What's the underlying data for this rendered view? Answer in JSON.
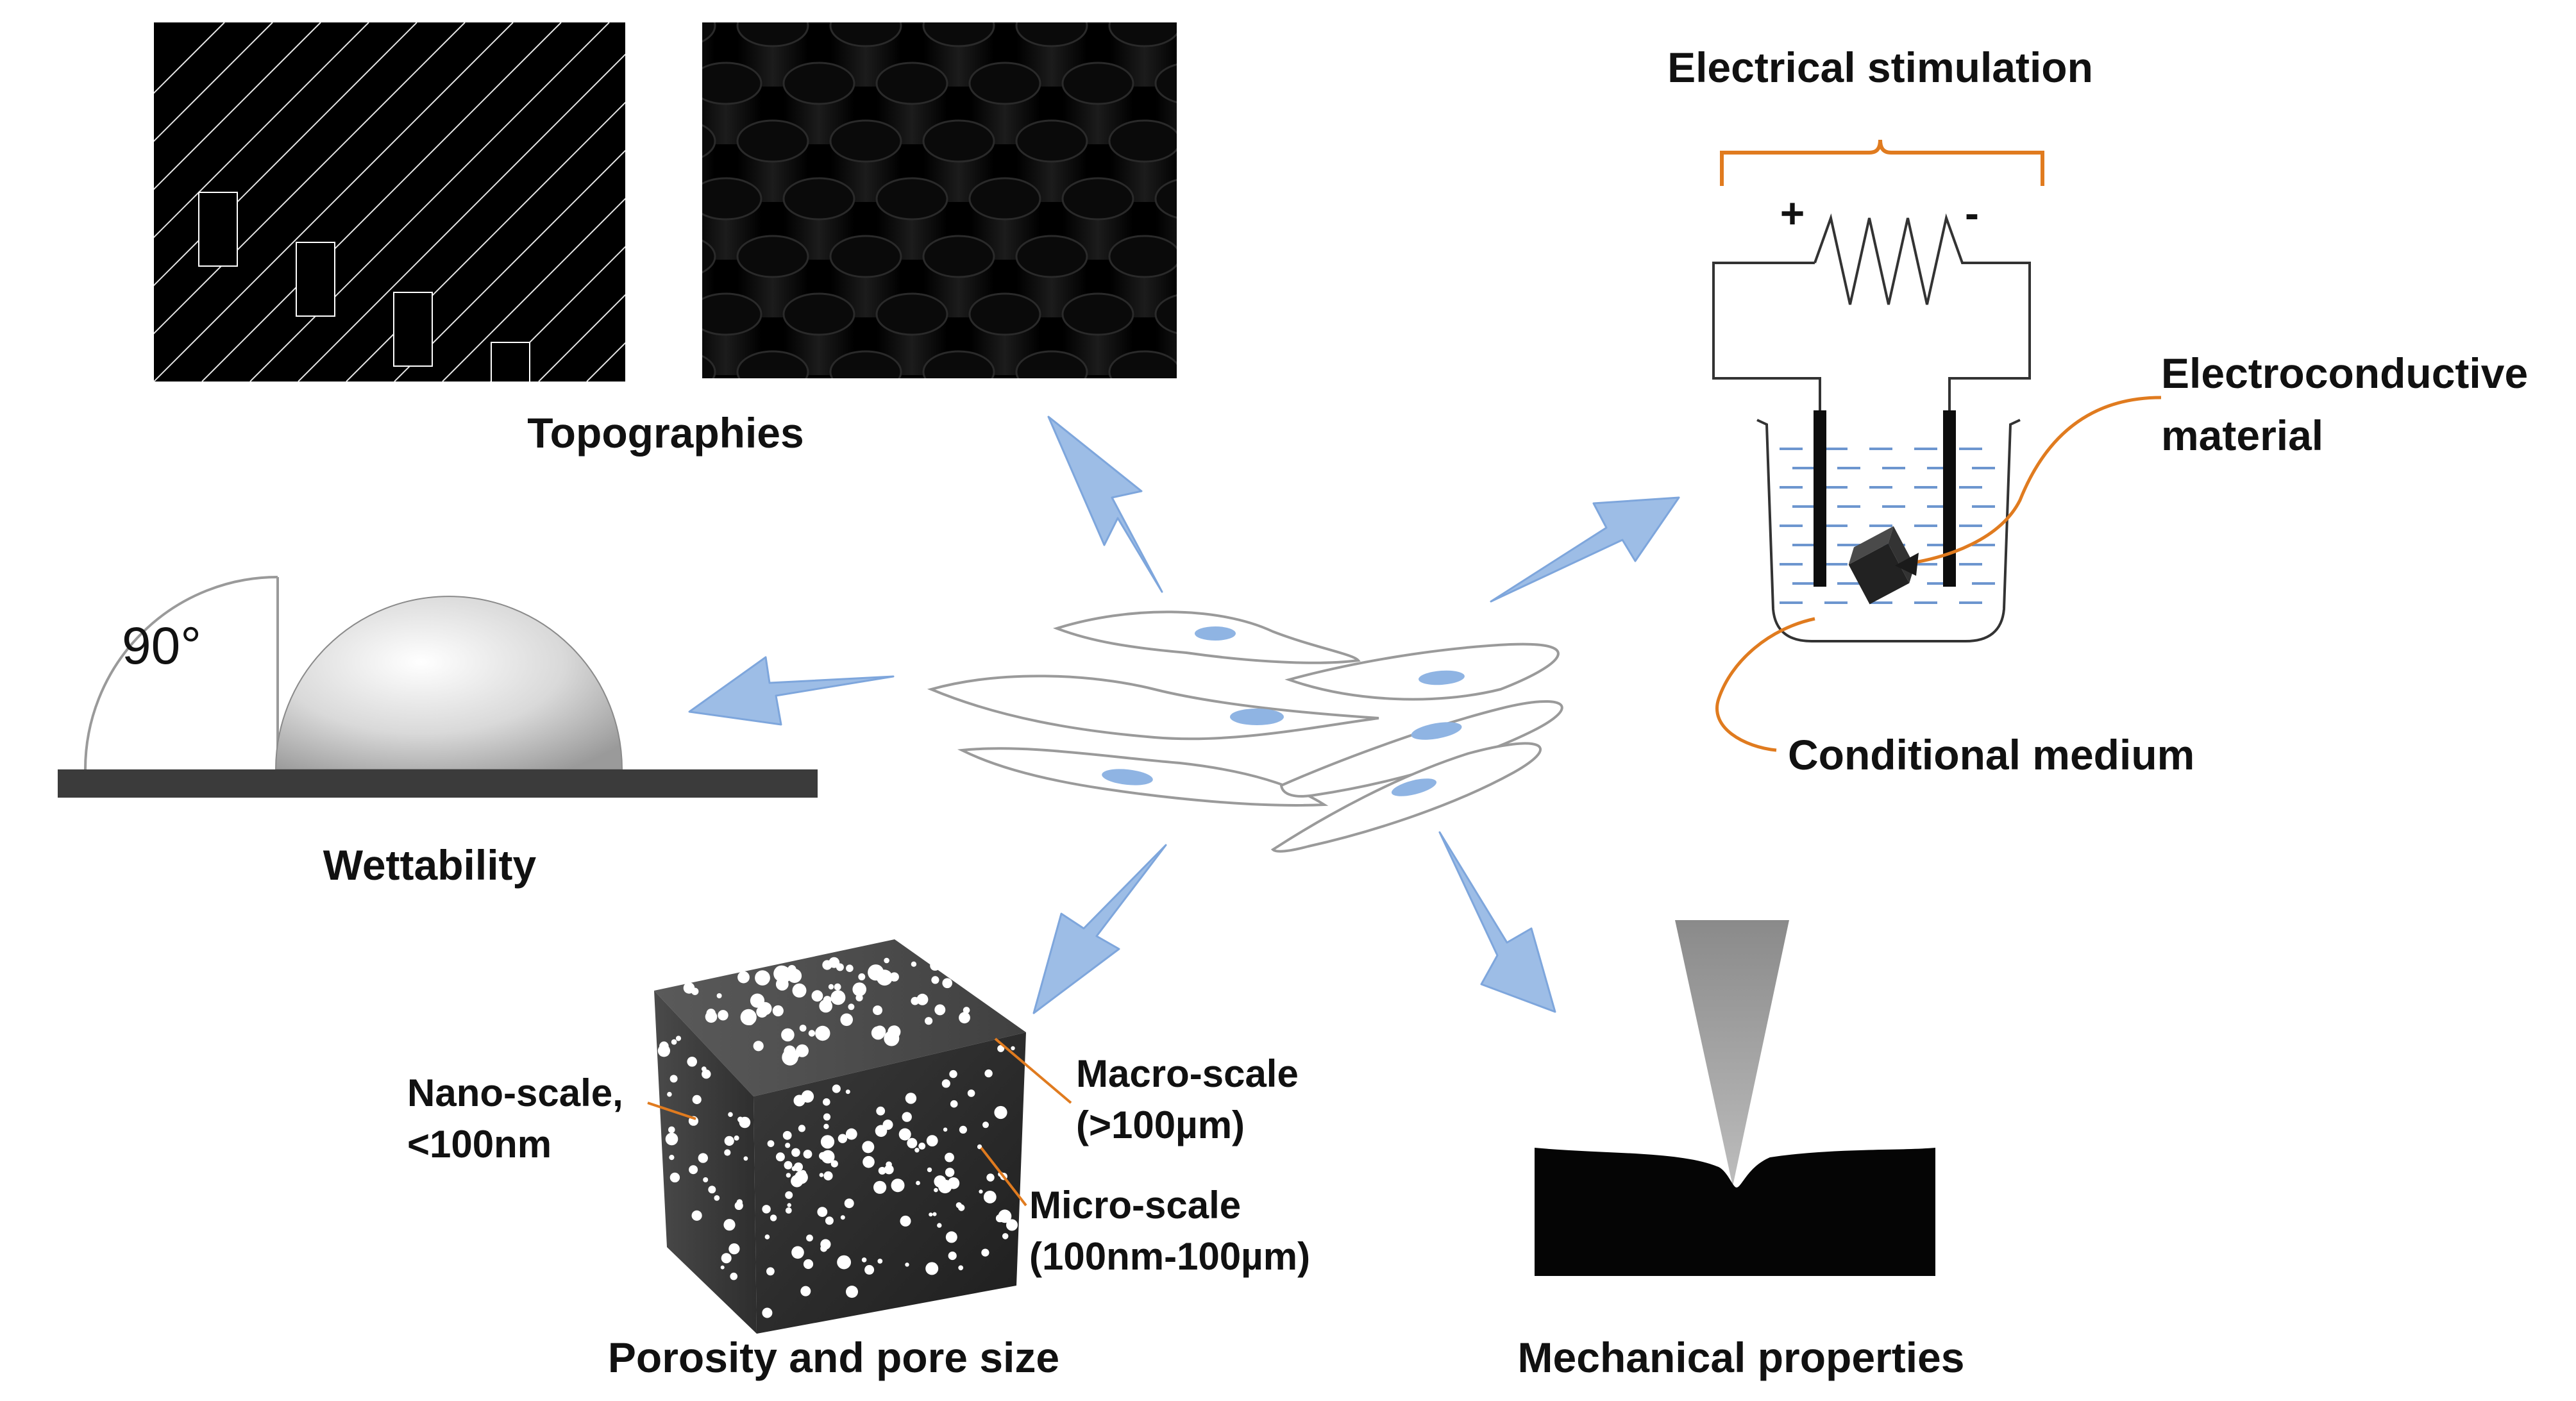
{
  "panels": {
    "topographies": {
      "label": "Topographies"
    },
    "electrical": {
      "title": "Electrical stimulation",
      "plus": "+",
      "minus": "-",
      "material_label_line1": "Electroconductive",
      "material_label_line2": "material",
      "medium_label": "Conditional medium"
    },
    "wettability": {
      "label": "Wettability",
      "angle": "90°"
    },
    "porosity": {
      "label": "Porosity and pore size",
      "nano_line1": "Nano-scale,",
      "nano_line2": "<100nm",
      "macro_line1": "Macro-scale",
      "macro_line2": "(>100µm)",
      "micro_line1": "Micro-scale",
      "micro_line2": "(100nm-100µm)"
    },
    "mechanical": {
      "label": "Mechanical properties"
    }
  },
  "colors": {
    "arrow_fill": "#9dbde6",
    "arrow_stroke": "#6d96cf",
    "leader_orange": "#e07b1f",
    "cell_nucleus": "#8fb4e3",
    "medium_dash": "#6d96cf",
    "dark_solid": "#0d0d0d",
    "cube_face": "#2b2b2b"
  }
}
